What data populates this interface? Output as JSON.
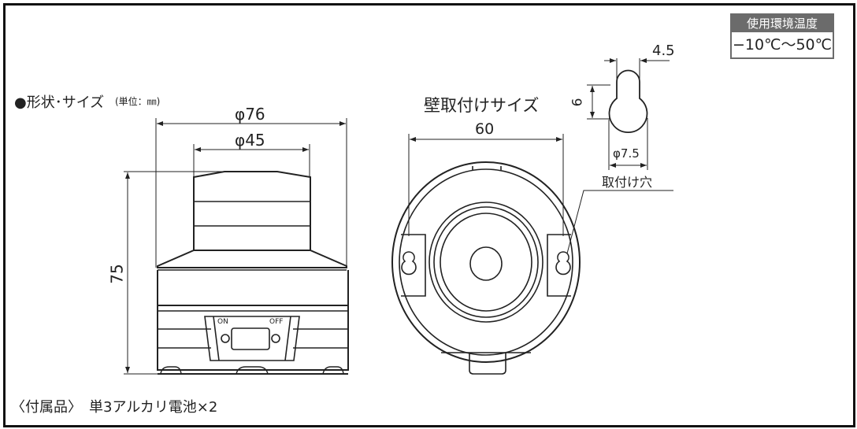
{
  "section_title": "●形状･サイズ",
  "unit_note": "(単位：㎜)",
  "accessories": "〈付属品〉　単3アルカリ電池×2",
  "front_view": {
    "dim_outer": "φ76",
    "dim_top": "φ45",
    "dim_height": "75",
    "switch_on": "ON",
    "switch_off": "OFF"
  },
  "wall_mount": {
    "title": "壁取付けサイズ",
    "dim_spacing": "60",
    "keyhole_width": "4.5",
    "keyhole_height": "6",
    "keyhole_diameter": "φ7.5",
    "hole_label": "取付け穴"
  },
  "temperature": {
    "label": "使用環境温度",
    "range": "−10℃～50℃"
  }
}
